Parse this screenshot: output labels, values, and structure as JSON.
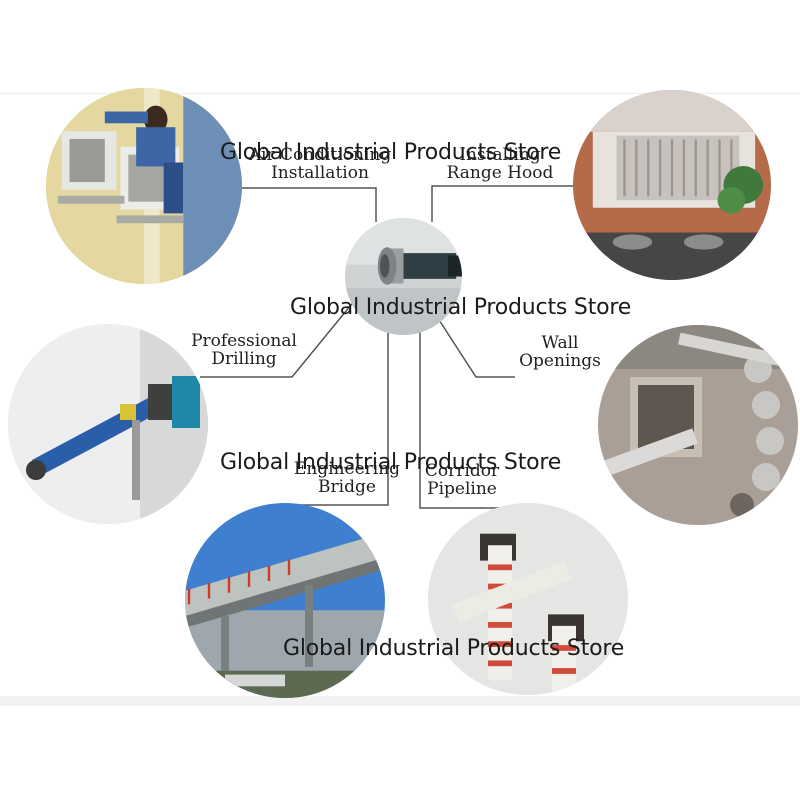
{
  "watermark_text": "Global Industrial Products Store",
  "applications": {
    "air_conditioning": [
      "Air Conditioning",
      "Installation"
    ],
    "range_hood": [
      "Installing",
      "Range Hood"
    ],
    "professional_drilling": [
      "Professional",
      "Drilling"
    ],
    "wall_openings": [
      "Wall",
      "Openings"
    ],
    "engineering_bridge": [
      "Engineering",
      "Bridge"
    ],
    "corridor_pipeline": [
      "Corridor",
      "Pipeline"
    ]
  }
}
